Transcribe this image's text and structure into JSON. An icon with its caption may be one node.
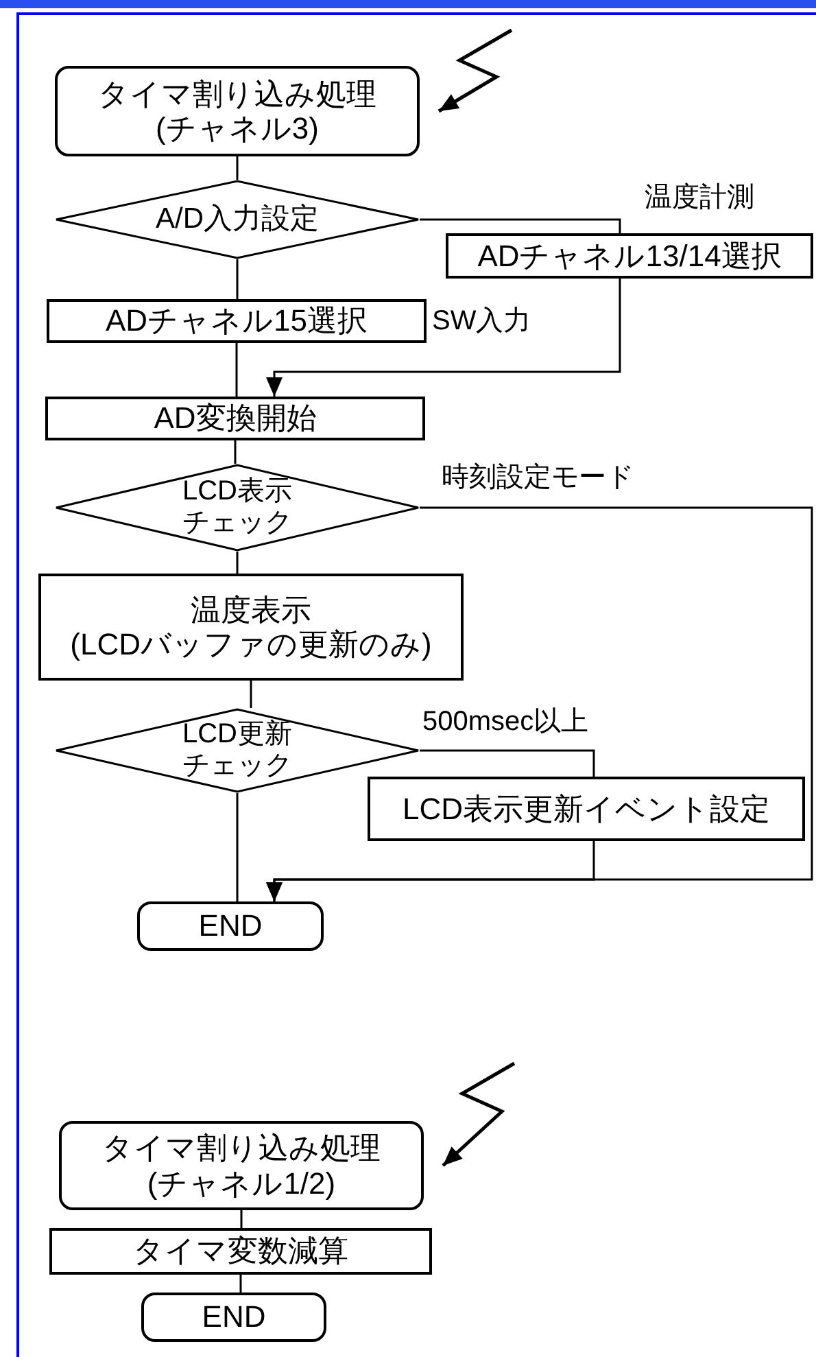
{
  "diagram": {
    "nodes": [
      {
        "text": [
          "タイマ割り込み処理",
          "(チャネル3)"
        ]
      },
      {
        "text": [
          "A/D入力設定"
        ]
      },
      {
        "text": [
          "ADチャネル13/14選択"
        ]
      },
      {
        "text": [
          "ADチャネル15選択"
        ],
        "beside": [
          "SW入力"
        ]
      },
      {
        "text": [
          "AD変換開始"
        ]
      },
      {
        "text": [
          "LCD表示チェック"
        ]
      },
      {
        "text": [
          "温度表示",
          "(LCDバッファの更新のみ)"
        ]
      },
      {
        "text": [
          "LCD更新チェック"
        ]
      },
      {
        "text": [
          "LCD表示更新イベント設定"
        ]
      },
      {
        "text": [
          "END"
        ]
      },
      {
        "text": [
          "タイマ割り込み処理",
          "(チャネル1/2)"
        ]
      },
      {
        "text": [
          "タイマ変数減算"
        ]
      },
      {
        "text": [
          "END"
        ]
      }
    ],
    "edges": [
      {
        "from": null,
        "to": 0,
        "arrow": "to"
      },
      {
        "from": 0,
        "to": 1,
        "arrow": "none"
      },
      {
        "from": 1,
        "to": 2,
        "arrow": "none",
        "label": "温度計測"
      },
      {
        "from": 1,
        "to": 3,
        "arrow": "none"
      },
      {
        "from": 2,
        "to": 4,
        "arrow": "to"
      },
      {
        "from": 3,
        "to": 4,
        "arrow": "none"
      },
      {
        "from": 4,
        "to": 5,
        "arrow": "none"
      },
      {
        "from": 5,
        "to": 6,
        "arrow": "none"
      },
      {
        "from": 5,
        "to": 9,
        "arrow": "to",
        "label": "時刻設定モード"
      },
      {
        "from": 6,
        "to": 7,
        "arrow": "none"
      },
      {
        "from": 7,
        "to": 8,
        "arrow": "none",
        "label": "500msec以上"
      },
      {
        "from": 8,
        "to": 9,
        "arrow": "to"
      },
      {
        "from": 7,
        "to": 9,
        "arrow": "none"
      },
      {
        "from": null,
        "to": 10,
        "arrow": "to"
      },
      {
        "from": 10,
        "to": 11,
        "arrow": "none"
      },
      {
        "from": 11,
        "to": 12,
        "arrow": "none"
      }
    ]
  }
}
